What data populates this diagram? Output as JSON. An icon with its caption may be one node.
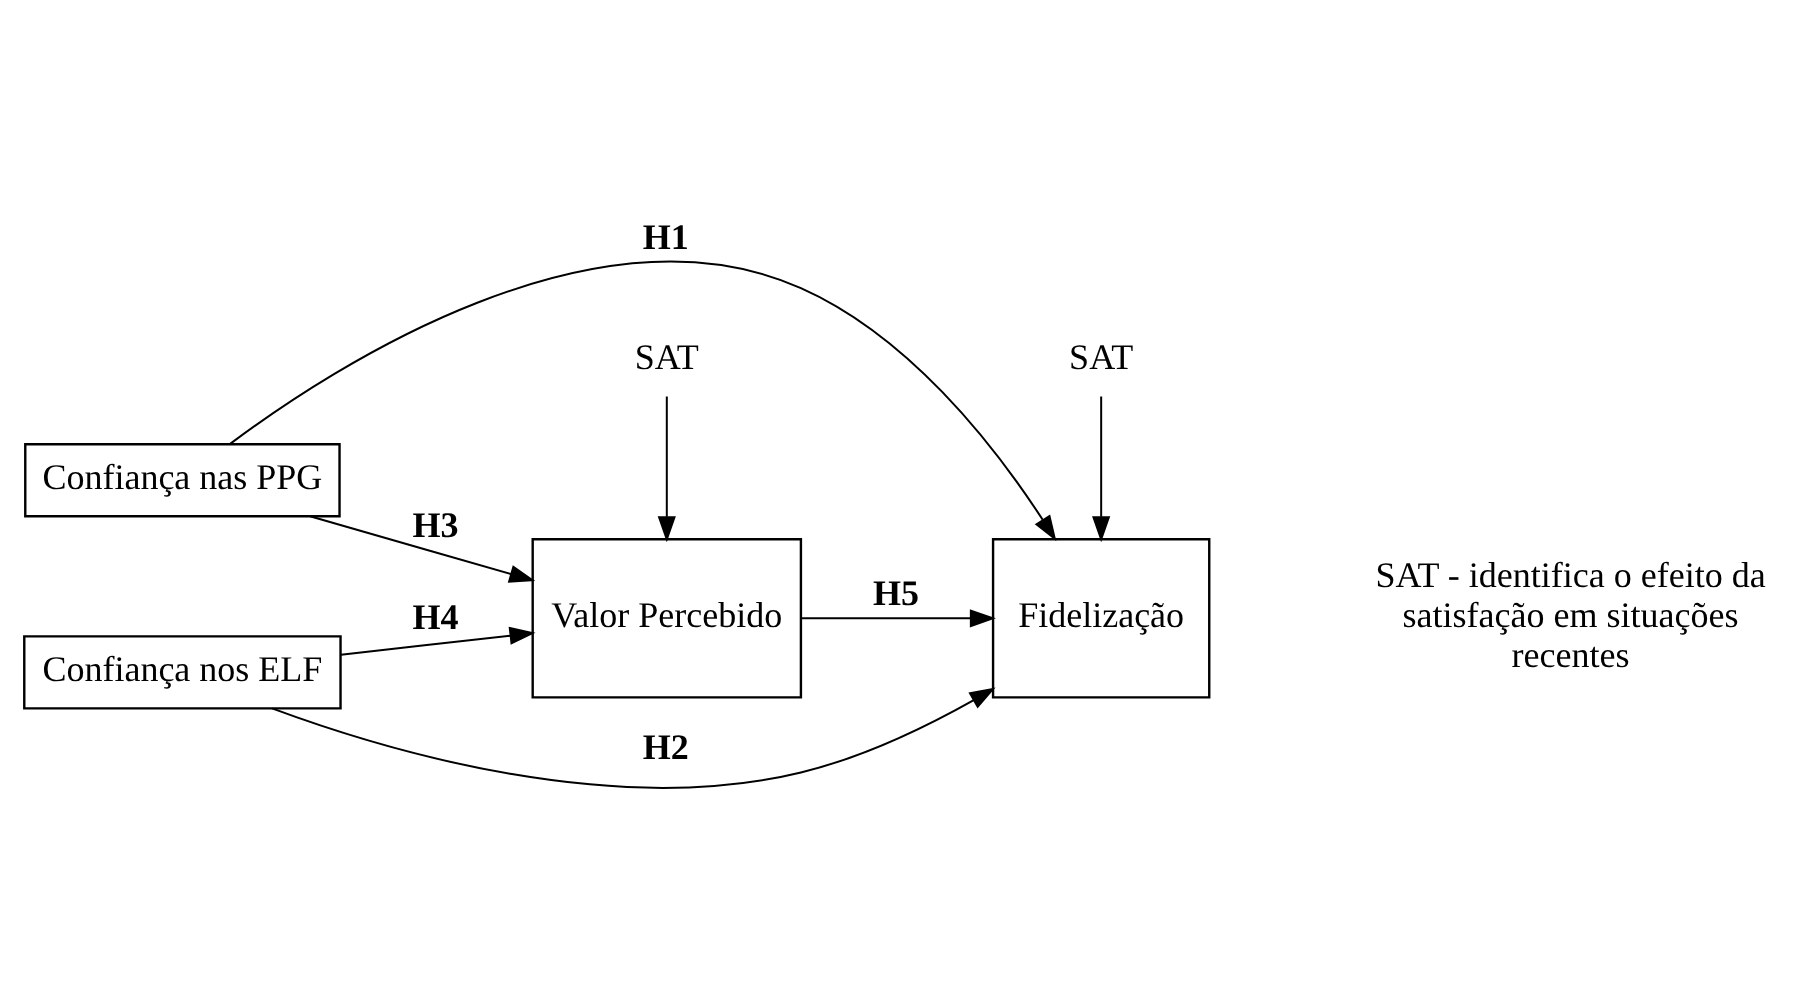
{
  "diagram": {
    "nodes": [
      {
        "text": [
          "Confiança nas PPG"
        ]
      },
      {
        "text": [
          "Confiança nos ELF"
        ]
      },
      {
        "text": [
          "Valor Percebido"
        ]
      },
      {
        "text": [
          "Fidelização"
        ]
      },
      {
        "text": [
          "SAT"
        ]
      },
      {
        "text": [
          "SAT"
        ]
      }
    ],
    "edges": [
      {
        "from": 0,
        "to": 3,
        "arrow": "to",
        "label": "H1"
      },
      {
        "from": 0,
        "to": 2,
        "arrow": "to",
        "label": "H3"
      },
      {
        "from": 2,
        "to": 3,
        "arrow": "to",
        "label": "H5"
      },
      {
        "from": 1,
        "to": 2,
        "arrow": "to",
        "label": "H4"
      },
      {
        "from": 1,
        "to": 3,
        "arrow": "to",
        "label": "H2"
      },
      {
        "from": 4,
        "to": 2,
        "arrow": "to"
      },
      {
        "from": 5,
        "to": 3,
        "arrow": "to"
      }
    ],
    "labels": [
      "SAT - identifica o efeito da satisfação em situações recentes"
    ]
  }
}
